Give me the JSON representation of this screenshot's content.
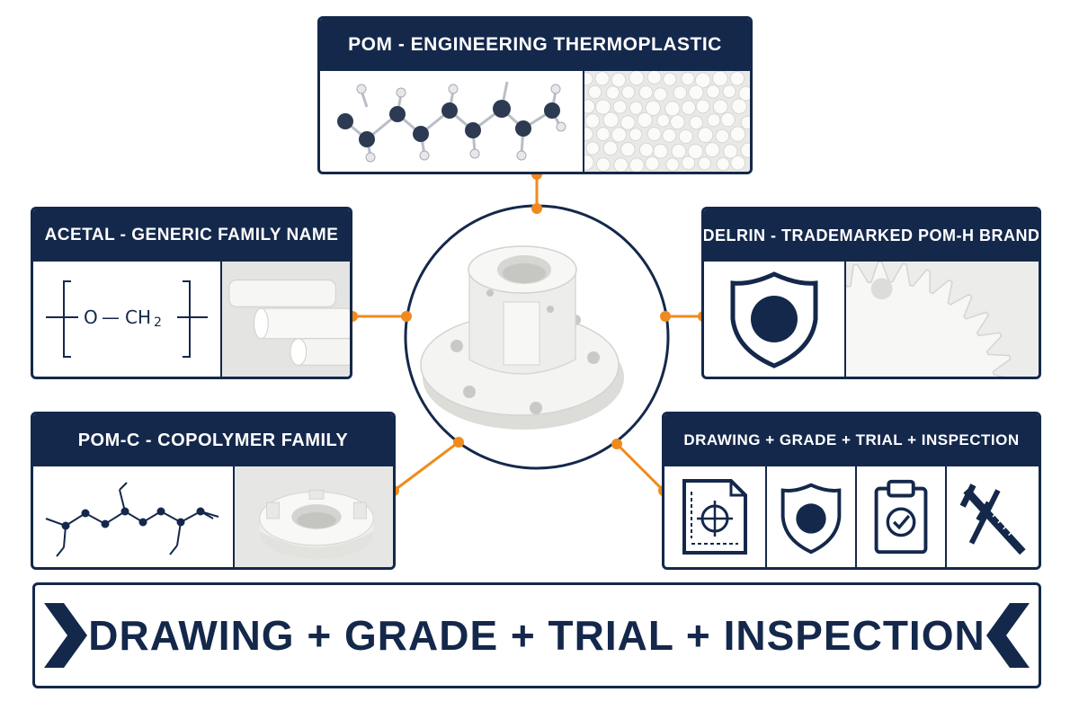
{
  "colors": {
    "navy": "#14284b",
    "accent": "#f08a1c",
    "part_white": "#f4f4f2"
  },
  "center": {
    "image": "white-flanged-pom-part"
  },
  "cards": {
    "top": {
      "title": "POM - ENGINEERING THERMOPLASTIC",
      "panels": [
        "molecular-chain-model",
        "white-pom-pellets"
      ]
    },
    "left_top": {
      "title": "ACETAL - GENERIC FAMILY NAME",
      "formula_text": "O",
      "formula_dash": "—",
      "formula_ch": "CH",
      "formula_sub": "2",
      "panels": [
        "repeat-unit-formula",
        "white-rods"
      ]
    },
    "right_top": {
      "title": "DELRIN - TRADEMARKED POM-H BRAND",
      "panels": [
        "shield-icon",
        "white-gear"
      ]
    },
    "left_bottom": {
      "title": "POM-C - COPOLYMER FAMILY",
      "panels": [
        "copolymer-chain",
        "white-ring-part"
      ]
    },
    "right_bottom": {
      "title": "DRAWING + GRADE + TRIAL + INSPECTION",
      "panels": [
        "drawing-icon",
        "shield-icon",
        "clipboard-check-icon",
        "caliper-icon"
      ]
    }
  },
  "banner": {
    "text": "DRAWING + GRADE + TRIAL + INSPECTION"
  }
}
